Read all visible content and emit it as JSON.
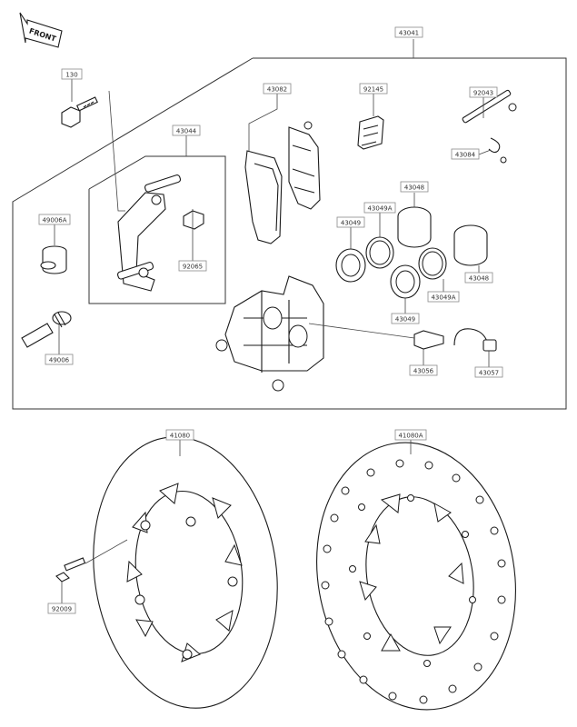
{
  "direction_badge": {
    "text": "FRONT"
  },
  "part_labels": {
    "p43041": "43041",
    "p130": "130",
    "p43082": "43082",
    "p92145": "92145",
    "p92043": "92043",
    "p43084": "43084",
    "p43044": "43044",
    "p49006A": "49006A",
    "p43049A_top": "43049A",
    "p43048_top": "43048",
    "p43049_top": "43049",
    "p92065": "92065",
    "p43048_bottom": "43048",
    "p43049A_bottom": "43049A",
    "p43049_bottom": "43049",
    "p49006": "49006",
    "p43056": "43056",
    "p43057": "43057",
    "p41080": "41080",
    "p41080A": "41080A",
    "p92009": "92009"
  },
  "colors": {
    "line": "#1a1a1a",
    "label_border": "#8a8a8a",
    "background": "#ffffff"
  }
}
